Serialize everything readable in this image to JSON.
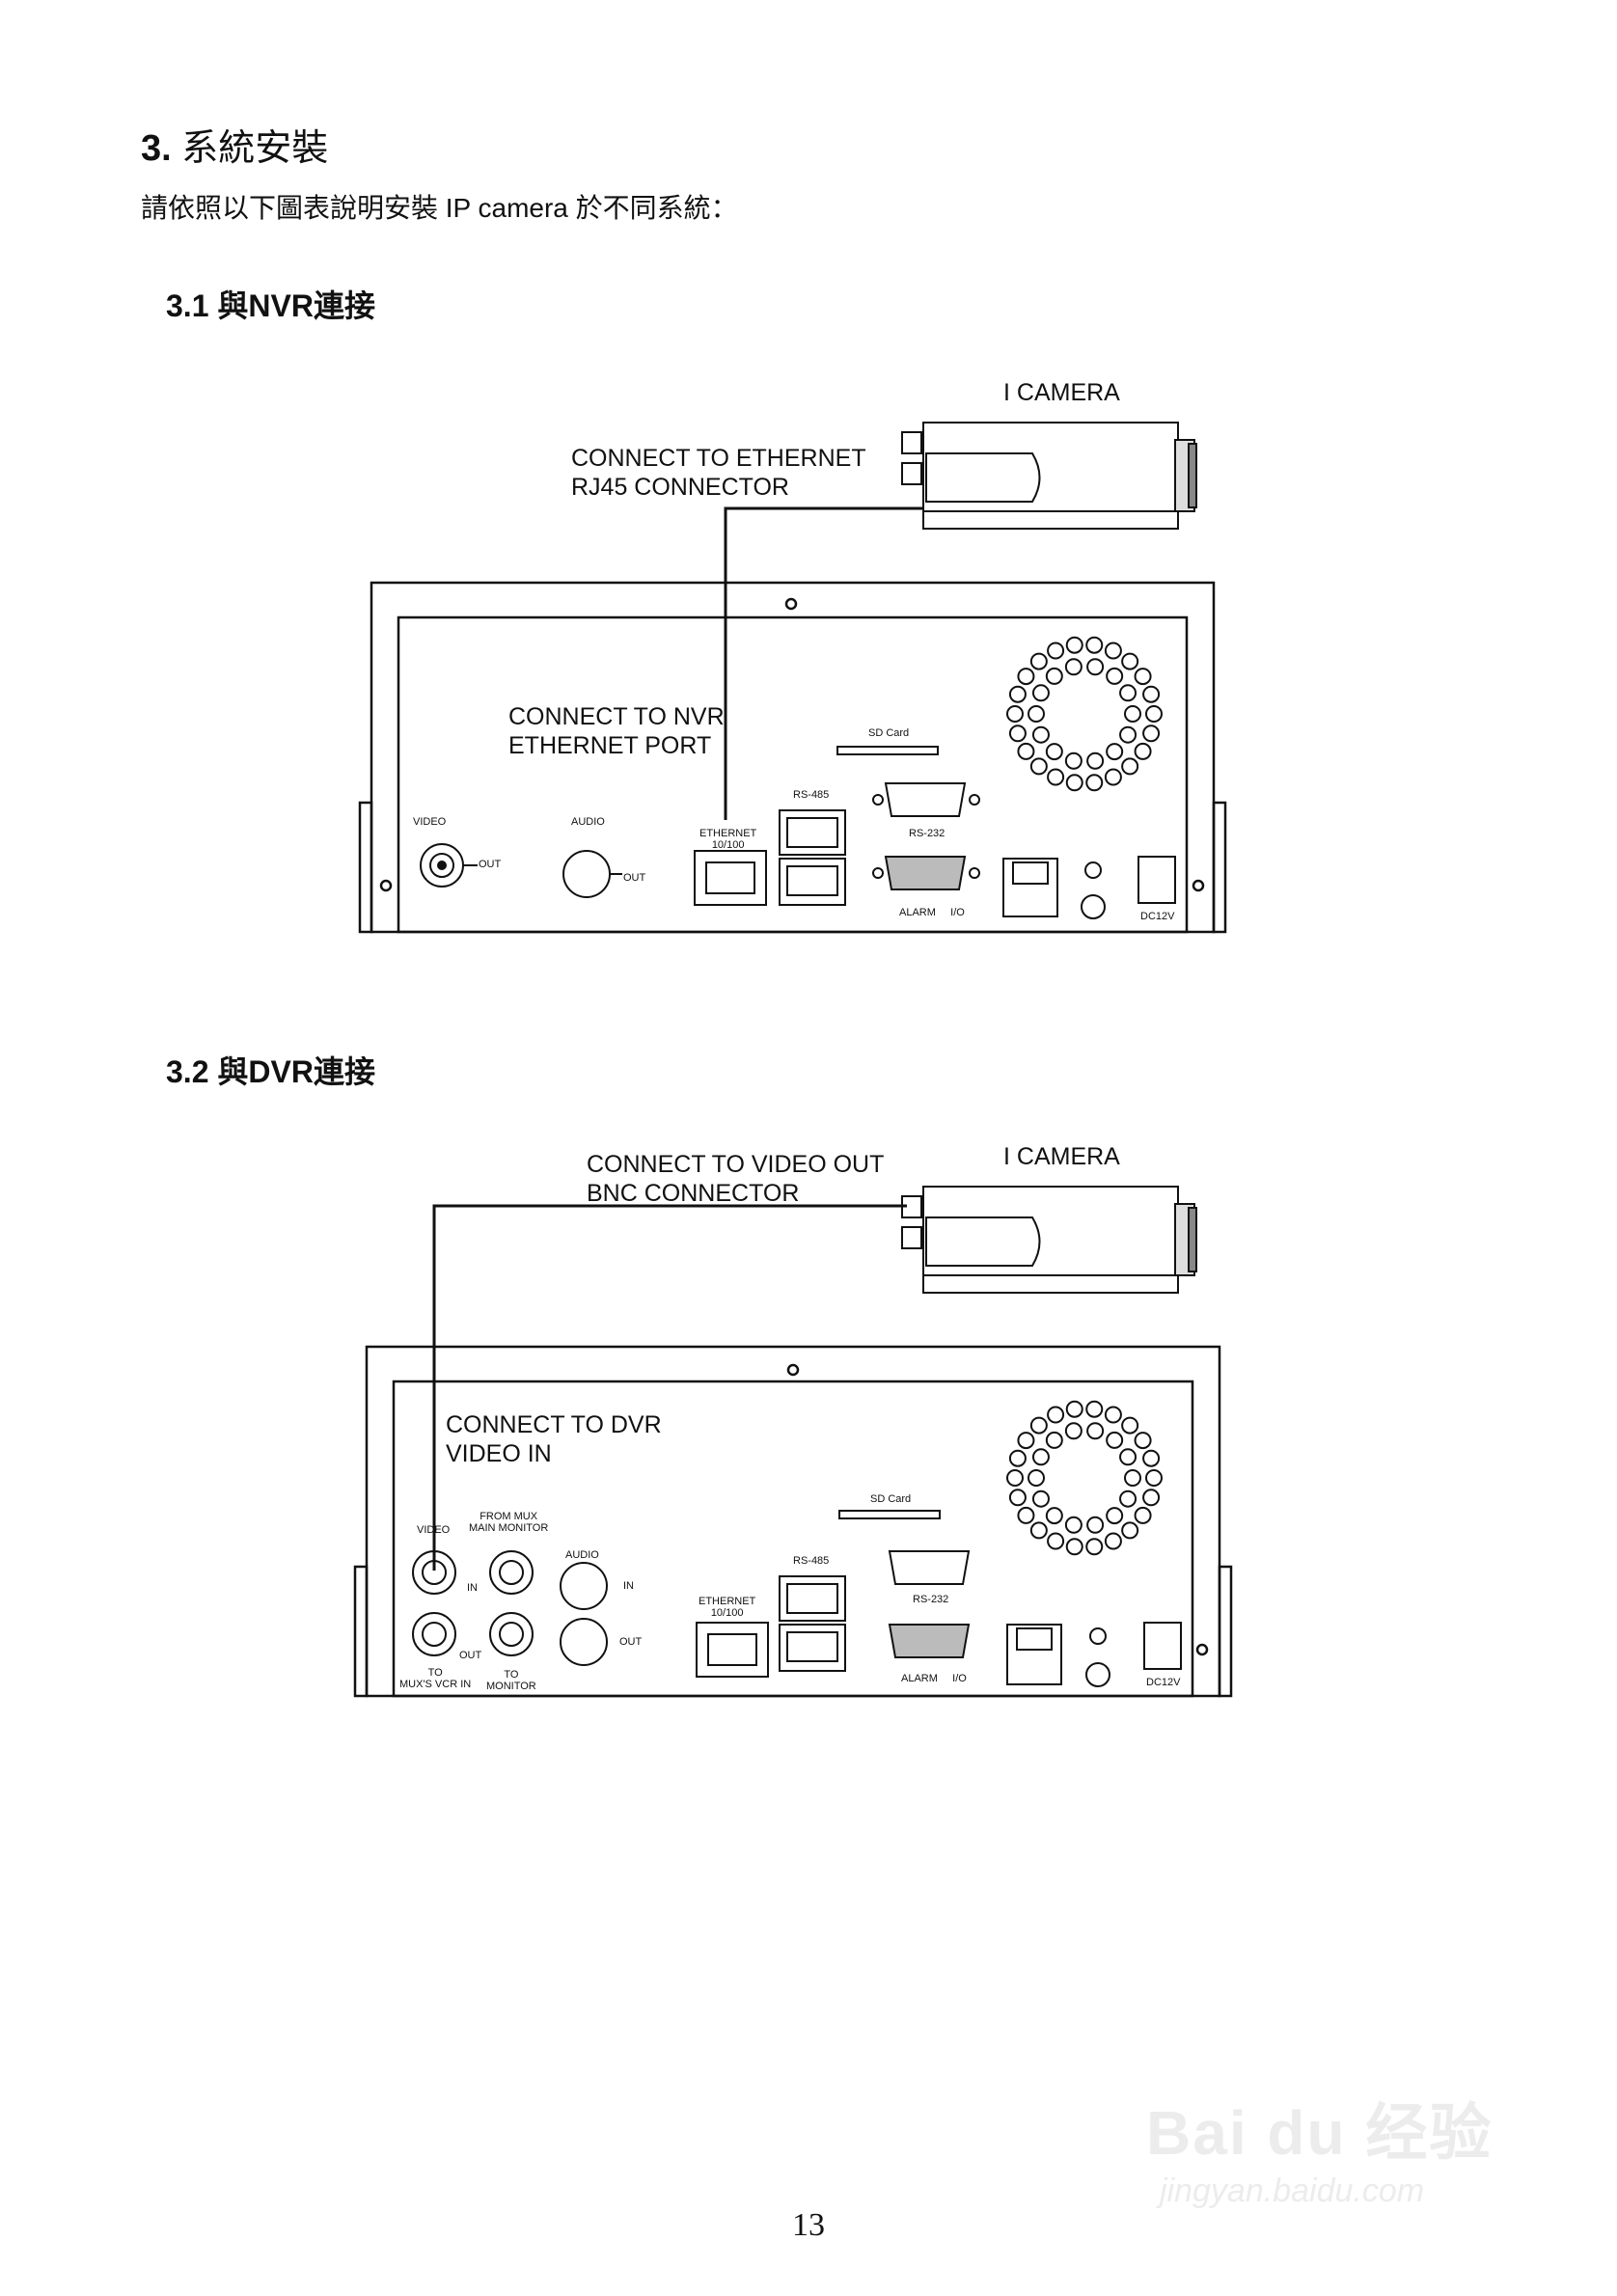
{
  "heading": {
    "number": "3.",
    "text": "系統安裝"
  },
  "intro": "請依照以下圖表說明安裝 IP camera 於不同系統：",
  "section1": {
    "number": "3.1",
    "title": "與NVR連接",
    "camera_label": "I CAMERA",
    "callout_top": "CONNECT TO ETHERNET\nRJ45 CONNECTOR",
    "callout_nvr": "CONNECT TO NVR\nETHERNET PORT",
    "ports": {
      "video": "VIDEO",
      "video_out": "OUT",
      "audio": "AUDIO",
      "audio_out": "OUT",
      "ethernet": "ETHERNET\n10/100",
      "rs485": "RS-485",
      "sd": "SD Card",
      "rs232": "RS-232",
      "alarm": "ALARM     I/O",
      "dc": "DC12V"
    }
  },
  "section2": {
    "number": "3.2",
    "title": "與DVR連接",
    "camera_label": "I CAMERA",
    "callout_top": "CONNECT TO VIDEO OUT\nBNC CONNECTOR",
    "callout_dvr": "CONNECT TO DVR\nVIDEO IN",
    "ports": {
      "video": "VIDEO",
      "from_mux": "FROM MUX\nMAIN MONITOR",
      "in": "IN",
      "out": "OUT",
      "to_mux": "TO\nMUX'S VCR IN",
      "to_monitor": "TO\nMONITOR",
      "audio": "AUDIO",
      "audio_in": "IN",
      "audio_out": "OUT",
      "ethernet": "ETHERNET\n10/100",
      "rs485": "RS-485",
      "sd": "SD Card",
      "rs232": "RS-232",
      "alarm": "ALARM     I/O",
      "dc": "DC12V"
    }
  },
  "page_number": "13",
  "watermark": {
    "brand": "Bai du 经验",
    "url": "jingyan.baidu.com"
  }
}
